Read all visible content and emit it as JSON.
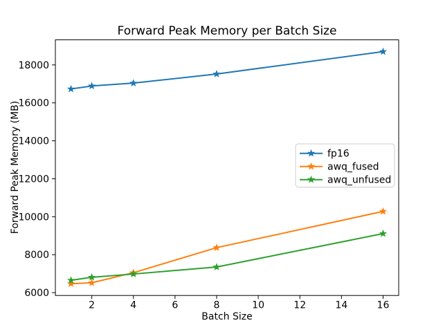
{
  "figure": {
    "background": "#ffffff",
    "spine_color": "#000000",
    "text_color": "#000000"
  },
  "chart_data": {
    "type": "line",
    "title": "Forward Peak Memory per Batch Size",
    "xlabel": "Batch Size",
    "ylabel": "Forward Peak Memory (MB)",
    "x": [
      1,
      2,
      4,
      8,
      16
    ],
    "series": [
      {
        "name": "fp16",
        "color": "#1f77b4",
        "marker": "star",
        "values": [
          16730,
          16890,
          17040,
          17520,
          18700
        ]
      },
      {
        "name": "awq_fused",
        "color": "#ff7f0e",
        "marker": "star",
        "values": [
          6470,
          6520,
          7050,
          8370,
          10280
        ]
      },
      {
        "name": "awq_unfused",
        "color": "#2ca02c",
        "marker": "star",
        "values": [
          6650,
          6810,
          6980,
          7350,
          9110
        ]
      }
    ],
    "xlim": [
      0.25,
      16.75
    ],
    "ylim": [
      5850,
      19320
    ],
    "xticks": [
      2,
      4,
      6,
      8,
      10,
      12,
      14,
      16
    ],
    "yticks": [
      6000,
      8000,
      10000,
      12000,
      14000,
      16000,
      18000
    ],
    "grid": false,
    "legend": {
      "position": "center right",
      "entries": [
        "fp16",
        "awq_fused",
        "awq_unfused"
      ],
      "border_color": "#cccccc",
      "background": "#ffffff"
    }
  }
}
